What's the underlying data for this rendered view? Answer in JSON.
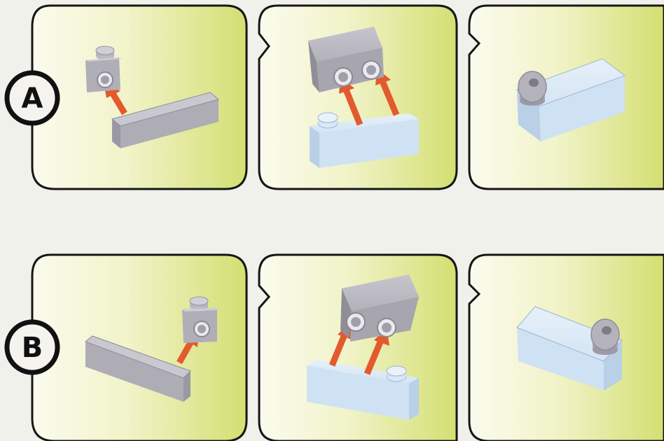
{
  "rows": [
    {
      "label": "A",
      "panels": [
        "attach-bracket-to-plate",
        "press-bracket-onto-plate",
        "result"
      ]
    },
    {
      "label": "B",
      "panels": [
        "attach-bracket-to-plate",
        "press-bracket-onto-plate",
        "result"
      ]
    }
  ],
  "colors": {
    "page_background": "#f1f1ec",
    "panel_gradient_left": "#fbfbee",
    "panel_gradient_right": "#d4df72",
    "panel_border": "#161616",
    "grey_brick": "#a9a8b1",
    "light_blue_brick": "#d2e4f4",
    "arrow": "#e25a2e",
    "badge_fill": "#f4f3ee"
  },
  "icons": [
    "round-stud-bracket",
    "long-plate",
    "bracket-1x2",
    "plate-with-stud",
    "arrow-up",
    "brick-with-ring-knob"
  ]
}
